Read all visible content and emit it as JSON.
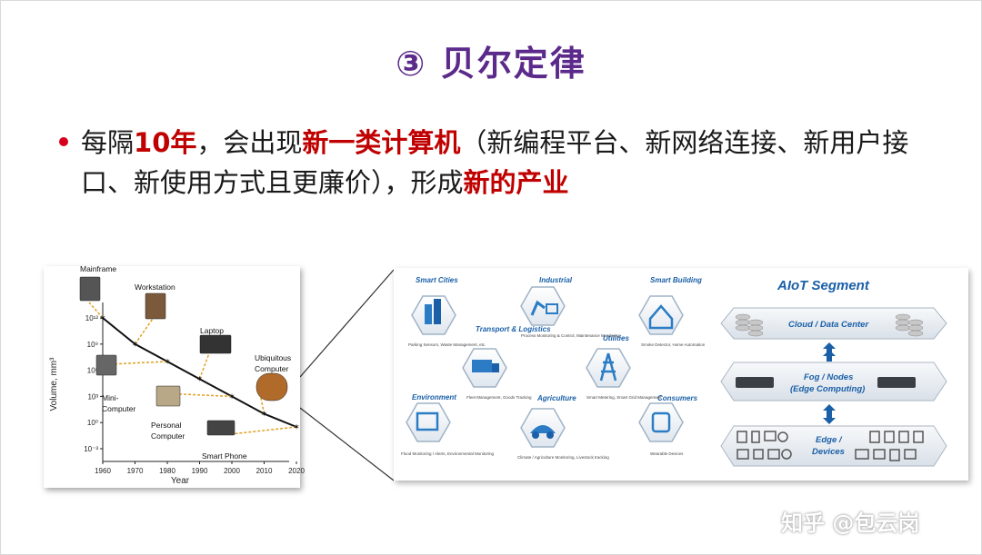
{
  "title": "③ 贝尔定律",
  "text": {
    "p1": "每隔",
    "h1": "10年",
    "p2": "，会出现",
    "h2": "新一类计算机",
    "p3": "（新编程平台、新网络连接、新用户接口、新使用方式且更廉价），形成",
    "h3": "新的产业"
  },
  "chart_data": {
    "type": "line",
    "xlabel": "Year",
    "ylabel": "Volume, mm³",
    "xticks": [
      "1960",
      "1970",
      "1980",
      "1990",
      "2000",
      "2010",
      "2020"
    ],
    "yticks": [
      "10¹²",
      "10⁹",
      "10⁶",
      "10³",
      "10⁰",
      "10⁻³"
    ],
    "x": [
      1960,
      1970,
      1980,
      1990,
      2000,
      2010,
      2020
    ],
    "y_exp": [
      12,
      9,
      7,
      5,
      3,
      1,
      -0.5
    ],
    "point_labels": [
      "Mainframe",
      "Workstation",
      "Mini-",
      "Computer",
      "Laptop",
      "Personal",
      "Computer",
      "Ubiquitous",
      "Computer",
      "Smart Phone"
    ]
  },
  "aiot": {
    "segment_title": "AIoT  Segment",
    "cloud": "Cloud / Data Center",
    "fog1": "Fog / Nodes",
    "fog2": "(Edge Computing)",
    "edge1": "Edge /",
    "edge2": "Devices",
    "verticals": [
      {
        "name": "Smart Cities",
        "desc": "Parking Sensors, Waste Management, etc."
      },
      {
        "name": "Industrial",
        "desc": "Process Monitoring & Control, Maintenance Monitoring"
      },
      {
        "name": "Smart Building",
        "desc": "Smoke Detector, Home Automation"
      },
      {
        "name": "Transport & Logistics",
        "desc": "Fleet Management, Goods Tracking"
      },
      {
        "name": "Utilities",
        "desc": "Smart Metering, Smart Grid Management"
      },
      {
        "name": "Environment",
        "desc": "Flood Monitoring / Alerts, Environmental Monitoring"
      },
      {
        "name": "Agriculture",
        "desc": "Climate / Agriculture Monitoring, Livestock tracking"
      },
      {
        "name": "Consumers",
        "desc": "Wearable Devices"
      }
    ]
  },
  "watermark": "知乎 @包云岗",
  "colors": {
    "title": "#5b2a8a",
    "highlight": "#c00000",
    "bullet": "#d6001c",
    "aiot_blue": "#1a5fa8",
    "hex_blue": "#2b7cc4"
  }
}
